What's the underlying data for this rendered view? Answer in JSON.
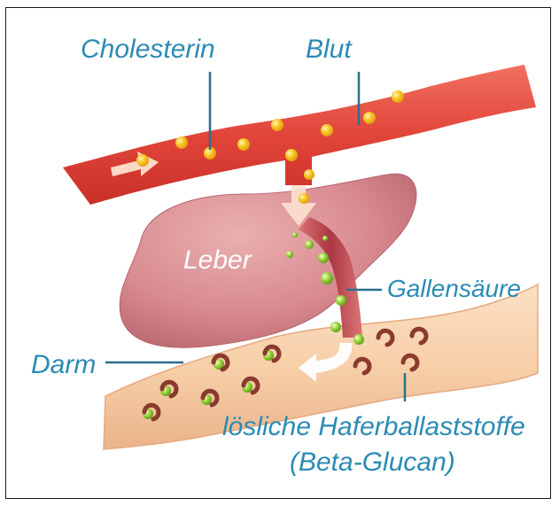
{
  "diagram": {
    "labels": {
      "cholesterin": "Cholesterin",
      "blut": "Blut",
      "leber": "Leber",
      "gallensaeure": "Gallensäure",
      "darm": "Darm",
      "ballaststoffe_line1": "lösliche Haferballaststoffe",
      "ballaststoffe_line2": "(Beta-Glucan)"
    },
    "colors": {
      "label": "#2a8bb4",
      "blood": "#e2453a",
      "liver": "#d88a8f",
      "intestine": "#f7cfa8",
      "bile_duct": "#a8323e",
      "cholesterol_particle": "#f7c51e",
      "bile_acid_particle": "#9bd23a",
      "fiber_particle": "#8a3a2e"
    }
  }
}
